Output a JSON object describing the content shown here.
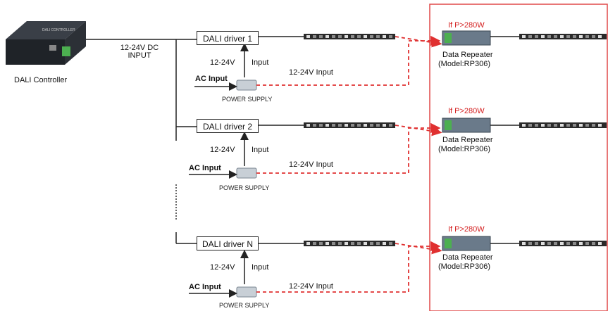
{
  "controller": {
    "label": "DALI Controller"
  },
  "trunk": {
    "label_line1": "12-24V DC",
    "label_line2": "INPUT"
  },
  "branches": [
    {
      "driver_label": "DALI driver 1",
      "vertical_label_left": "12-24V",
      "vertical_label_right": "Input",
      "ac_input_label": "AC Input",
      "power_supply_label": "POWER SUPPLY",
      "psu_output_label": "12-24V Input",
      "repeater_condition": "If P>280W",
      "repeater_name": "Data Repeater",
      "repeater_model": "(Model:RP306)"
    },
    {
      "driver_label": "DALI driver 2",
      "vertical_label_left": "12-24V",
      "vertical_label_right": "Input",
      "ac_input_label": "AC Input",
      "power_supply_label": "POWER SUPPLY",
      "psu_output_label": "12-24V Input",
      "repeater_condition": "If P>280W",
      "repeater_name": "Data Repeater",
      "repeater_model": "(Model:RP306)"
    },
    {
      "driver_label": "DALI driver N",
      "vertical_label_left": "12-24V",
      "vertical_label_right": "Input",
      "ac_input_label": "AC Input",
      "power_supply_label": "POWER SUPPLY",
      "psu_output_label": "12-24V Input",
      "repeater_condition": "If P>280W",
      "repeater_name": "Data Repeater",
      "repeater_model": "(Model:RP306)"
    }
  ],
  "colors": {
    "line": "#222222",
    "dashed": "#e03030",
    "frame": "#e04848",
    "strip": "#2a2a2a",
    "repeater": "#6a7a8a"
  }
}
